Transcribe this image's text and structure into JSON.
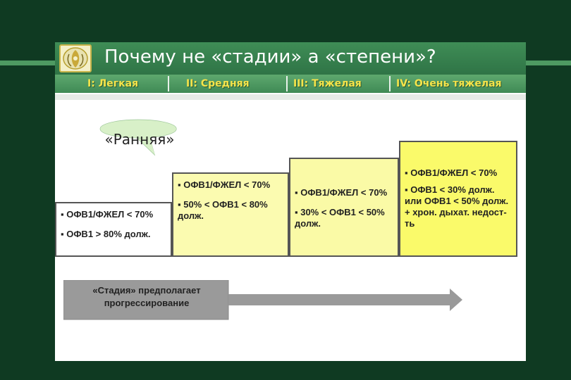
{
  "slide": {
    "title": "Почему не «стадии» а «степени»?",
    "stages": [
      {
        "label": "I: Легкая"
      },
      {
        "label": "II: Средняя"
      },
      {
        "label": "III: Тяжелая"
      },
      {
        "label": "IV: Очень тяжелая"
      }
    ],
    "bubble": "«Ранняя»",
    "boxes": [
      {
        "items": [
          "▪ ОФВ1/ФЖЕЛ < 70%",
          "▪ ОФВ1 > 80% долж."
        ]
      },
      {
        "items": [
          "▪ ОФВ1/ФЖЕЛ < 70%",
          "▪ 50% < ОФВ1 < 80% долж."
        ]
      },
      {
        "items": [
          "▪ ОФВ1/ФЖЕЛ < 70%",
          "▪ 30% < ОФВ1 < 50% долж."
        ]
      },
      {
        "items": [
          "▪ ОФВ1/ФЖЕЛ < 70%",
          "▪ ОФВ1 < 30% долж.",
          "или ОФВ1 < 50% долж. + хрон. дыхат. недост-ть"
        ]
      }
    ],
    "arrow": {
      "line1": "«Стадия» предполагает",
      "line2": "прогрессирование"
    }
  },
  "colors": {
    "background": "#0f3a22",
    "header": "#2f7446",
    "stage_text": "#f6e44a",
    "box_yellow": "#fafa6a",
    "bubble": "#d8f0c8"
  },
  "icons": {
    "logo": "medical-emblem-logo"
  }
}
